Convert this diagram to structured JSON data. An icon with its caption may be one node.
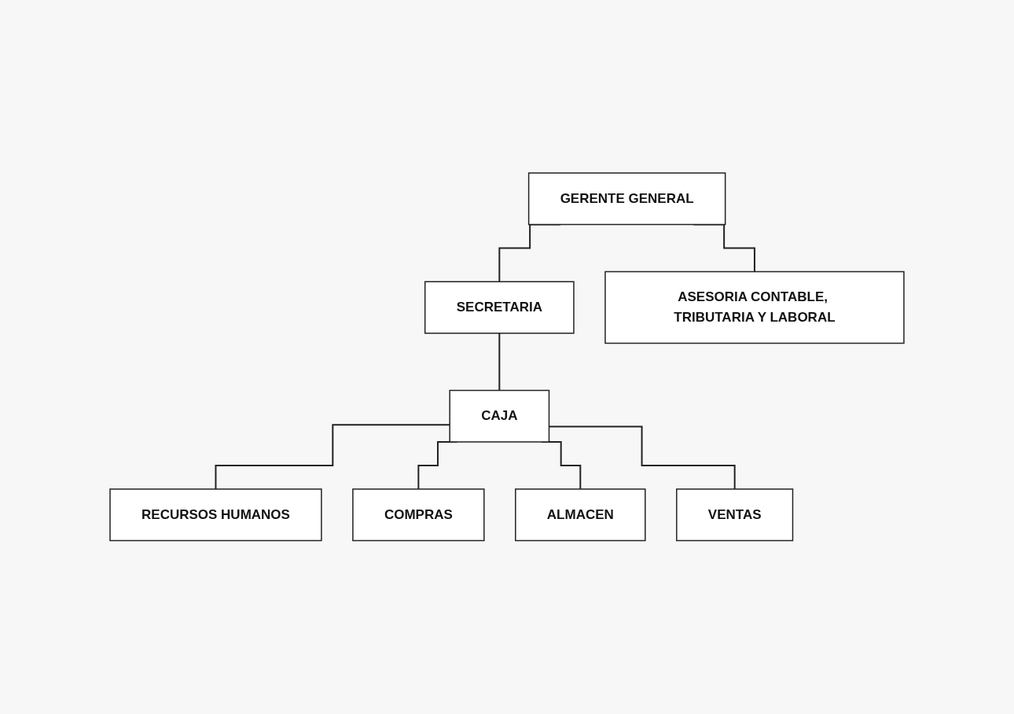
{
  "diagram": {
    "nodes": [
      {
        "text": [
          "GERENTE GENERAL"
        ]
      },
      {
        "text": [
          "SECRETARIA"
        ]
      },
      {
        "text": [
          "ASESORIA CONTABLE, TRIBUTARIA Y LABORAL"
        ]
      },
      {
        "text": [
          "CAJA"
        ]
      },
      {
        "text": [
          "RECURSOS HUMANOS"
        ]
      },
      {
        "text": [
          "COMPRAS"
        ]
      },
      {
        "text": [
          "ALMACEN"
        ]
      },
      {
        "text": [
          "VENTAS"
        ]
      }
    ],
    "edges": [
      {
        "from": 0,
        "to": 1,
        "arrow": "none"
      },
      {
        "from": 0,
        "to": 2,
        "arrow": "none"
      },
      {
        "from": 1,
        "to": 3,
        "arrow": "none"
      },
      {
        "from": 3,
        "to": 4,
        "arrow": "none"
      },
      {
        "from": 3,
        "to": 5,
        "arrow": "none"
      },
      {
        "from": 3,
        "to": 6,
        "arrow": "none"
      },
      {
        "from": 3,
        "to": 7,
        "arrow": "none"
      }
    ]
  }
}
